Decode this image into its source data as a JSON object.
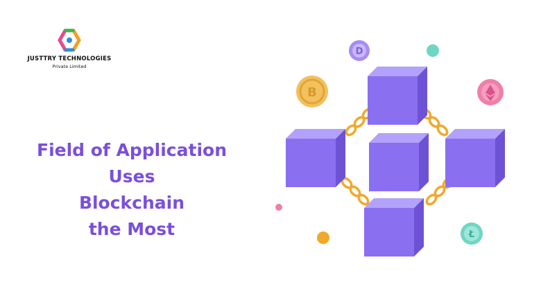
{
  "brand": {
    "company": "JUSTTRY TECHNOLOGIES",
    "subtitle": "Private Limited"
  },
  "headline": {
    "lines": [
      "Field of Application",
      "Uses",
      "Blockchain",
      "the Most"
    ]
  },
  "colors": {
    "headline": "#7a4fdc",
    "cube_front": "#8a6ff0",
    "cube_top": "#b3a2fb",
    "cube_side": "#6e52d6",
    "chain": "#f0a92c",
    "gold_coin": "#f2c15c",
    "pink_coin": "#f07fa8",
    "teal_coin": "#6fd6c4",
    "purple_coin": "#a78bf5"
  },
  "icons": [
    "logo-icon",
    "bitcoin-coin-icon",
    "ethereum-coin-icon",
    "polkadot-coin-icon",
    "litecoin-coin-icon"
  ]
}
